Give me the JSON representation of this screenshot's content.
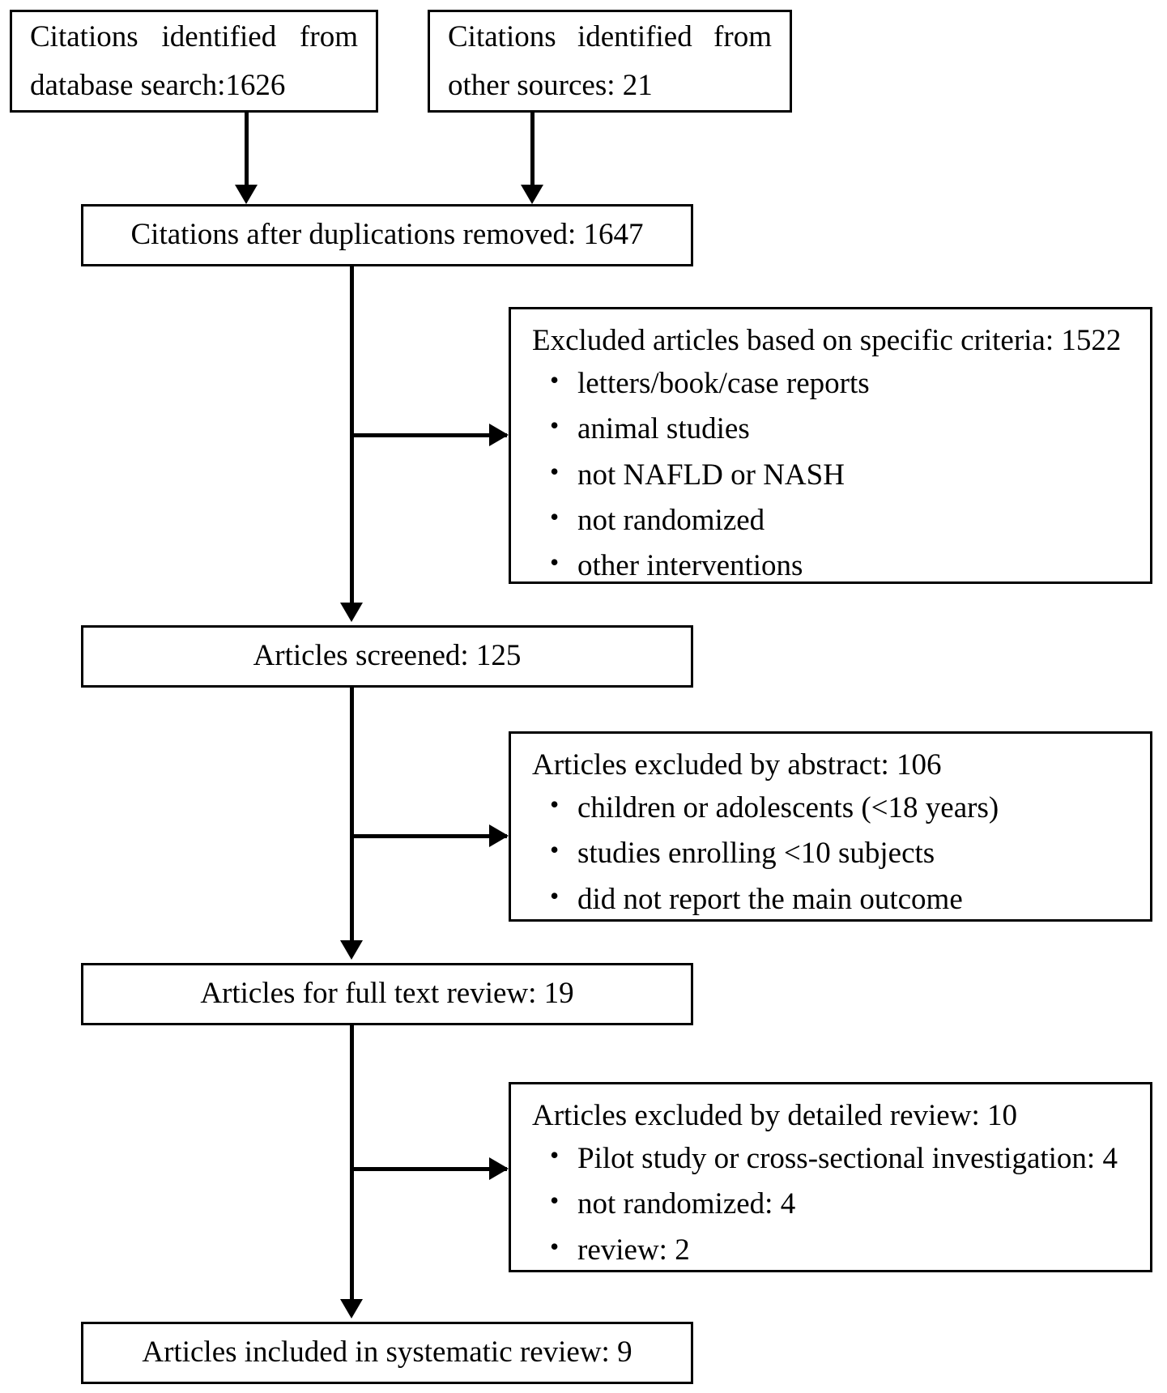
{
  "diagram": {
    "type": "prisma-flow-diagram",
    "nodes": {
      "source_database": {
        "line1_a": "Citations",
        "line1_b": "identified",
        "line1_c": "from",
        "line2": "database search:1626",
        "count": 1626
      },
      "source_other": {
        "line1_a": "Citations",
        "line1_b": "identified",
        "line1_c": "from",
        "line2": "other sources: 21",
        "count": 21
      },
      "deduplicated": {
        "label": "Citations after duplications removed: 1647",
        "count": 1647
      },
      "excluded_criteria": {
        "heading": "Excluded articles based on specific criteria: 1522",
        "count": 1522,
        "items": [
          "letters/book/case reports",
          "animal studies",
          "not NAFLD or NASH",
          "not randomized",
          "other interventions"
        ]
      },
      "screened": {
        "label": "Articles screened: 125",
        "count": 125
      },
      "excluded_abstract": {
        "heading": "Articles excluded by abstract: 106",
        "count": 106,
        "items": [
          "children or adolescents (<18 years)",
          "studies enrolling <10 subjects",
          "did not report the main outcome"
        ]
      },
      "full_text_review": {
        "label": "Articles for full text review: 19",
        "count": 19
      },
      "excluded_detailed": {
        "heading": "Articles excluded by detailed review: 10",
        "count": 10,
        "items": [
          "Pilot study or cross-sectional investigation: 4",
          "not randomized: 4",
          "review: 2"
        ]
      },
      "included": {
        "label": "Articles included in systematic review: 9",
        "count": 9
      }
    }
  }
}
